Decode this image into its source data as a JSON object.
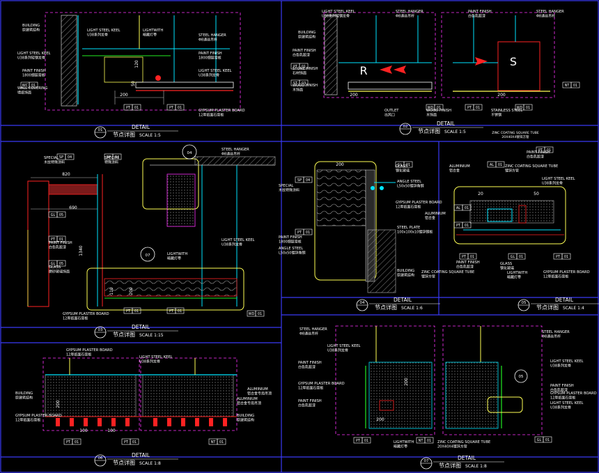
{
  "colors": {
    "background": "#000000",
    "frame": "#3a3af5",
    "text": "#ffffff",
    "cyan": "#00e5ff",
    "yellow": "#ffff55",
    "green": "#22ee22",
    "red": "#ff2222",
    "magenta": "#ff33ff",
    "orange": "#ffaa00",
    "dim": "#8a8a8a",
    "blue": "#4a7cff"
  },
  "panels": [
    {
      "title": "DETAIL",
      "subtitle": "节点详图",
      "scale": "SCALE 1:5",
      "number": "01",
      "labels": [
        {
          "en": "BUILDING",
          "cn": "原建筑结构"
        },
        {
          "en": "LIGHT STEEL KEEL",
          "cn": "U38系列龙骨"
        },
        {
          "en": "LIGHT STEEL KEEL",
          "cn": "U38系列轻钢龙骨"
        },
        {
          "en": "PAINT FINISH",
          "cn": "1800细层膏板"
        },
        {
          "en": "WALL COVERING",
          "cn": "墙纸饰面"
        },
        {
          "en": "LIGHTWITH",
          "cn": "暗藏灯带"
        },
        {
          "en": "STEEL HANGER",
          "cn": "Φ8通丝吊杆"
        },
        {
          "en": "PAINT FINISH",
          "cn": "1800细层膏板"
        },
        {
          "en": "LIGHT STEEL KEEL",
          "cn": "U38系列龙骨"
        },
        {
          "en": "GYPSUM PLASTER BOARD",
          "cn": "12厚纸面石膏板"
        }
      ],
      "tags": [
        {
          "code": "WC",
          "num": "01"
        },
        {
          "code": "PT",
          "num": "01"
        },
        {
          "code": "PT",
          "num": "01"
        }
      ],
      "dims": [
        "120",
        "50",
        "200"
      ]
    },
    {
      "title": "DETAIL",
      "subtitle": "节点详图",
      "scale": "SCALE 1:5",
      "number": "02",
      "labels": [
        {
          "en": "LIGHT STEEL KEEL",
          "cn": "U38系列轻钢龙骨"
        },
        {
          "en": "STEEL HANGER",
          "cn": "Φ8通丝吊杆"
        },
        {
          "en": "PAINT FINISH",
          "cn": "白色乳胶漆"
        },
        {
          "en": "STEEL HANGER",
          "cn": "Φ8通丝吊杆"
        },
        {
          "en": "BUILDING",
          "cn": "原建筑结构"
        },
        {
          "en": "PAINT FINISH",
          "cn": "白色乳胶漆"
        },
        {
          "en": "STONE FINISH",
          "cn": "石材饰面"
        },
        {
          "en": "WOOD FINISH",
          "cn": "木饰面"
        },
        {
          "en": "OUTLET",
          "cn": "出风口"
        },
        {
          "en": "WOOD FINISH",
          "cn": "木饰面"
        },
        {
          "en": "STAINLESS STEEL",
          "cn": "不锈钢"
        }
      ],
      "tags": [
        {
          "code": "PT",
          "num": "01"
        },
        {
          "code": "ST",
          "num": "03"
        },
        {
          "code": "WD",
          "num": "01"
        },
        {
          "code": "PT",
          "num": "01"
        },
        {
          "code": "WD",
          "num": "01"
        },
        {
          "code": "NT",
          "num": "01"
        }
      ],
      "letters": [
        "R",
        "S"
      ],
      "dims": [
        "200",
        "200"
      ]
    },
    {
      "title": "DETAIL",
      "subtitle": "节点详图",
      "scale": "SCALE 1:15",
      "number": "03",
      "labels": [
        {
          "en": "SPECIAL",
          "cn": "木纹特殊涂料"
        },
        {
          "en": "SPECIAL",
          "cn": "特殊涂料"
        },
        {
          "en": "STEEL HANGER",
          "cn": "Φ8通丝吊杆"
        },
        {
          "en": "PAINT FINISH",
          "cn": "白色乳胶漆"
        },
        {
          "en": "GLASS",
          "cn": "磨砂玻璃饰面"
        },
        {
          "en": "LIGHTWITH",
          "cn": "暗藏灯带"
        },
        {
          "en": "LIGHT STEEL KEEL",
          "cn": "U38系列龙骨"
        },
        {
          "en": "GYPSUM PLASTER BOARD",
          "cn": "12厚纸面石膏板"
        }
      ],
      "tags": [
        {
          "code": "SP",
          "num": "04"
        },
        {
          "code": "SP",
          "num": "04"
        },
        {
          "code": "GL",
          "num": "05"
        },
        {
          "code": "PT",
          "num": "01"
        },
        {
          "code": "GL",
          "num": "05"
        },
        {
          "code": "PT",
          "num": "01"
        },
        {
          "code": "PT",
          "num": "01"
        },
        {
          "code": "WD",
          "num": "01"
        }
      ],
      "dims": [
        "820",
        "690",
        "1340",
        "110",
        "200"
      ],
      "callouts": [
        "04",
        "07"
      ]
    },
    {
      "title": "DETAIL",
      "subtitle": "节点详图",
      "scale": "SCALE 1:6",
      "number": "04",
      "labels": [
        {
          "en": "SPECIAL",
          "cn": "木纹特殊涂料"
        },
        {
          "en": "GLASS",
          "cn": "钢化玻璃"
        },
        {
          "en": "ANGLE STEEL",
          "cn": "L50x50镀锌角钢"
        },
        {
          "en": "GYPSUM PLASTER BOARD",
          "cn": "12厚纸面石膏板"
        },
        {
          "en": "PAINT FINISH",
          "cn": "1800细层膏板"
        },
        {
          "en": "STEEL PLATE",
          "cn": "100x100x10镀锌钢板"
        },
        {
          "en": "ANGLE STEEL",
          "cn": "L50x50镀锌角钢"
        },
        {
          "en": "BUILDING",
          "cn": "原建筑结构"
        }
      ],
      "tags": [
        {
          "code": "SP",
          "num": "04"
        },
        {
          "code": "GL",
          "num": "01"
        },
        {
          "code": "PT",
          "num": "01"
        }
      ],
      "dims": [
        "200"
      ]
    },
    {
      "title": "DETAIL",
      "subtitle": "节点详图",
      "scale": "SCALE 1:4",
      "number": "05",
      "labels": [
        {
          "en": "ALUMINIUM",
          "cn": "铝合金"
        },
        {
          "en": "ZINC COATING SQUARE TUBE",
          "cn": "镀锌方管"
        },
        {
          "en": "PAINT FINISH",
          "cn": "白色乳胶漆"
        },
        {
          "en": "LIGHT STEEL KEEL",
          "cn": "U38系列龙骨"
        },
        {
          "en": "ALUMINIUM",
          "cn": "铝合金"
        },
        {
          "en": "PAINT FINISH",
          "cn": "白色乳胶漆"
        },
        {
          "en": "GLASS",
          "cn": "钢化玻璃"
        },
        {
          "en": "LIGHTWITH",
          "cn": "暗藏灯带"
        },
        {
          "en": "ZINC COATING SQUARE TUBE",
          "cn": "镀锌方管"
        },
        {
          "en": "GYPSUM PLASTER BOARD",
          "cn": "12厚纸面石膏板"
        }
      ],
      "tags": [
        {
          "code": "AL",
          "num": "01"
        },
        {
          "code": "PT",
          "num": "01"
        },
        {
          "code": "AL",
          "num": "01"
        },
        {
          "code": "PT",
          "num": "01"
        },
        {
          "code": "PT",
          "num": "01"
        },
        {
          "code": "GL",
          "num": "01"
        },
        {
          "code": "PT",
          "num": "01"
        }
      ],
      "header_note": [
        "ZINC COATING SQUARE TUBE",
        "20X40X4镀锌方管"
      ],
      "dims": [
        "20",
        "50"
      ]
    },
    {
      "title": "DETAIL",
      "subtitle": "节点详图",
      "scale": "SCALE 1:8",
      "number": "06",
      "labels": [
        {
          "en": "GYPSUM PLASTER BOARD",
          "cn": "12厚纸面石膏板"
        },
        {
          "en": "LIGHT STEEL KEEL",
          "cn": "U38系列龙骨"
        },
        {
          "en": "BUILDING",
          "cn": "原建筑结构"
        },
        {
          "en": "ALUMINIUM",
          "cn": "铝合金专用吊顶"
        },
        {
          "en": "GYPSUM PLASTER BOARD",
          "cn": "12厚纸面石膏板"
        },
        {
          "en": "BUILDING",
          "cn": "原建筑结构"
        },
        {
          "en": "ALUMINIUM",
          "cn": "铝合金专用吊顶"
        }
      ],
      "tags": [
        {
          "code": "PT",
          "num": "01"
        },
        {
          "code": "PT",
          "num": "01"
        },
        {
          "code": "NT",
          "num": "01"
        }
      ],
      "dims": [
        "100",
        "100",
        "200"
      ]
    },
    {
      "title": "DETAIL",
      "subtitle": "节点详图",
      "scale": "SCALE 1:8",
      "number": "07",
      "labels": [
        {
          "en": "STEEL HANGER",
          "cn": "Φ8通丝吊杆"
        },
        {
          "en": "LIGHT STEEL KEEL",
          "cn": "U38系列龙骨"
        },
        {
          "en": "PAINT FINISH",
          "cn": "白色乳胶漆"
        },
        {
          "en": "GYPSUM PLASTER BOARD",
          "cn": "12厚纸面石膏板"
        },
        {
          "en": "PAINT FINISH",
          "cn": "白色乳胶漆"
        },
        {
          "en": "LIGHTWITH",
          "cn": "暗藏灯带"
        },
        {
          "en": "ZINC COATING SQUARE TUBE",
          "cn": "20X40X4镀锌方管"
        },
        {
          "en": "STEEL HANGER",
          "cn": "Φ8通丝吊杆"
        },
        {
          "en": "LIGHT STEEL KEEL",
          "cn": "U38系列龙骨"
        },
        {
          "en": "PAINT FINISH",
          "cn": "白色乳胶漆"
        },
        {
          "en": "GYPSUM PLASTER BOARD",
          "cn": "12厚纸面石膏板"
        },
        {
          "en": "LIGHT STEEL KEEL",
          "cn": "U38系列龙骨"
        }
      ],
      "tags": [
        {
          "code": "PT",
          "num": "01"
        },
        {
          "code": "NT",
          "num": "01"
        },
        {
          "code": "GL",
          "num": "01"
        }
      ],
      "dims": [
        "200",
        "200"
      ],
      "callouts": [
        "05"
      ]
    }
  ]
}
